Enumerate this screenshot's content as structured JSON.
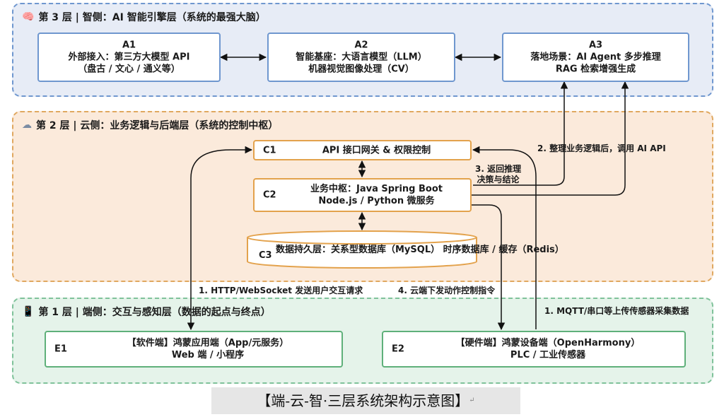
{
  "layer3": {
    "icon": "brain-icon",
    "title": "第 3 层 | 智侧：AI 智能引擎层（系统的最强大脑）",
    "a1": {
      "id": "A1",
      "line1": "外部接入：第三方大模型 API",
      "line2": "（盘古 / 文心 / 通义等）"
    },
    "a2": {
      "id": "A2",
      "line1": "智能基座：大语言模型（LLM）",
      "line2": "机器视觉图像处理（CV）"
    },
    "a3": {
      "id": "A3",
      "line1": "落地场景：AI Agent 多步推理",
      "line2": "RAG 检索增强生成"
    }
  },
  "layer2": {
    "icon": "cloud-icon",
    "title": "第 2 层 | 云侧：业务逻辑与后端层（系统的控制中枢）",
    "c1": {
      "id": "C1",
      "text": "API 接口网关 & 权限控制"
    },
    "c2": {
      "id": "C2",
      "line1": "业务中枢：Java Spring Boot",
      "line2": "Node.js / Python 微服务"
    },
    "c3": {
      "id": "C3",
      "line1": "数据持久层：关系型数据库（MySQL）",
      "line2": "时序数据库 / 缓存（Redis）"
    }
  },
  "layer1": {
    "icon": "phone-icon",
    "title": "第 1 层 | 端侧：交互与感知层（数据的起点与终点）",
    "e1": {
      "id": "E1",
      "line1": "【软件端】鸿蒙应用端（App/元服务）",
      "line2": "Web 端 / 小程序"
    },
    "e2": {
      "id": "E2",
      "line1": "【硬件端】鸿蒙设备端（OpenHarmony）",
      "line2": "PLC / 工业传感器"
    }
  },
  "edges": {
    "e1_c1": "1. HTTP/WebSocket 发送用户交互请求",
    "e2_c1": "1. MQTT/串口等上传传感器采集数据",
    "c2_a3": "2. 整理业务逻辑后，调用 AI API",
    "a3_c_line1": "3. 返回推理",
    "a3_c_line2": "决策与结论",
    "c2_e2": "4. 云端下发动作控制指令"
  },
  "caption": "【端-云-智·三层系统架构示意图】",
  "caption_mark": "↵",
  "colors": {
    "layer3_bg": "#e7ecf6",
    "layer3_border": "#6f97cf",
    "layer2_bg": "#fbeadb",
    "layer2_border": "#e0a860",
    "layer1_bg": "#e5f3ea",
    "layer1_border": "#7fc29a"
  }
}
